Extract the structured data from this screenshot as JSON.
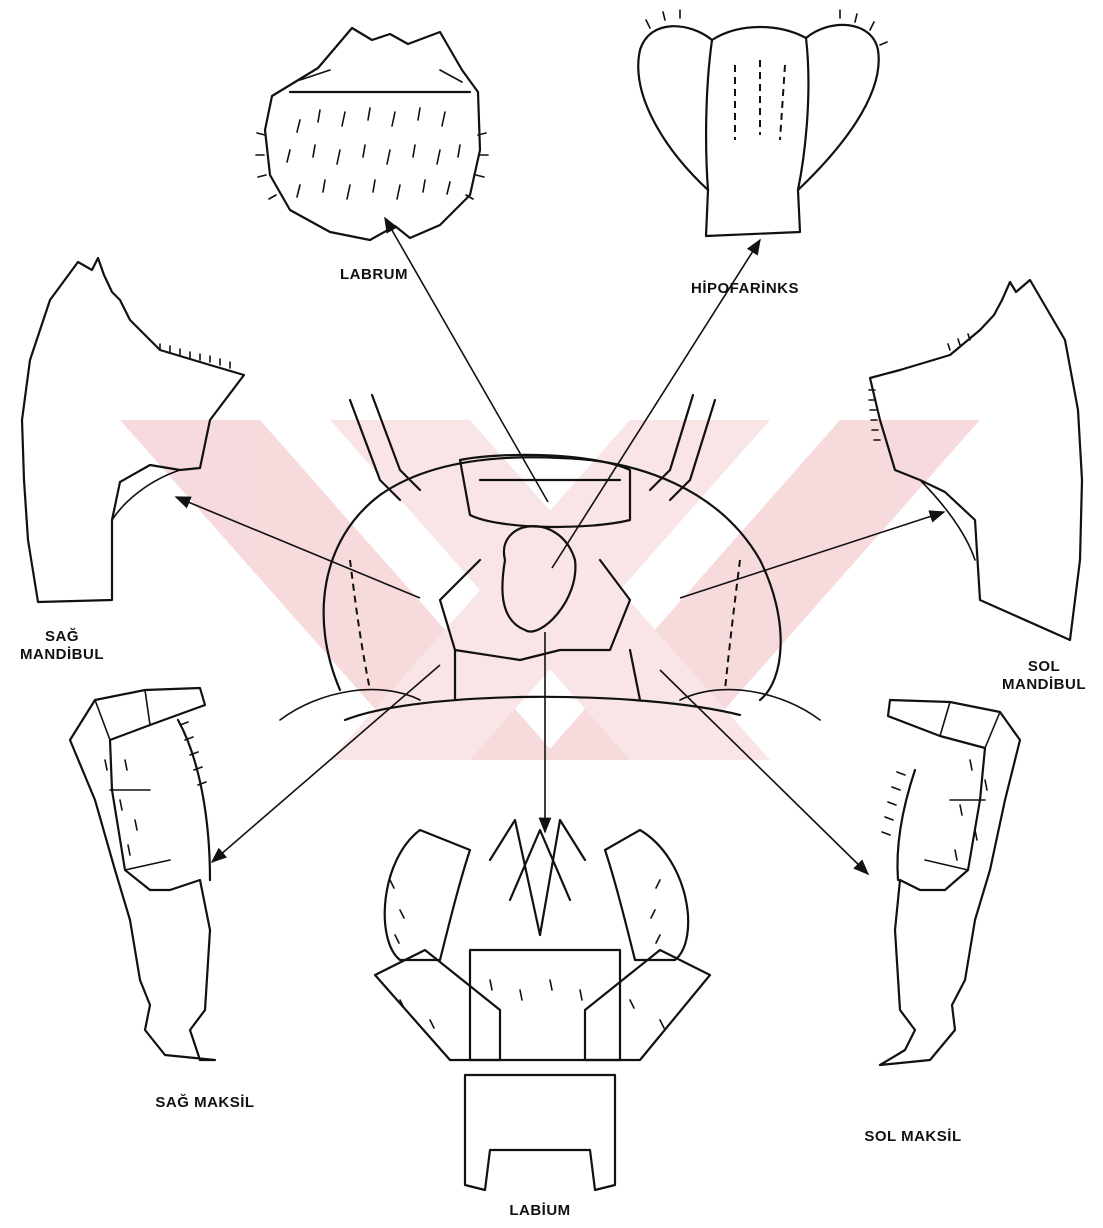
{
  "labels": {
    "labrum": "LABRUM",
    "hipofarinks": "HİPOFARİNKS",
    "sag_mandibul_1": "SAĞ",
    "sag_mandibul_2": "MANDİBUL",
    "sol_mandibul_1": "SOL",
    "sol_mandibul_2": "MANDİBUL",
    "sag_maksil": "SAĞ MAKSİL",
    "sol_maksil": "SOL MAKSİL",
    "labium": "LABİUM"
  },
  "colors": {
    "ink": "#111111",
    "watermark": "#f6d6d9",
    "background": "#ffffff"
  }
}
